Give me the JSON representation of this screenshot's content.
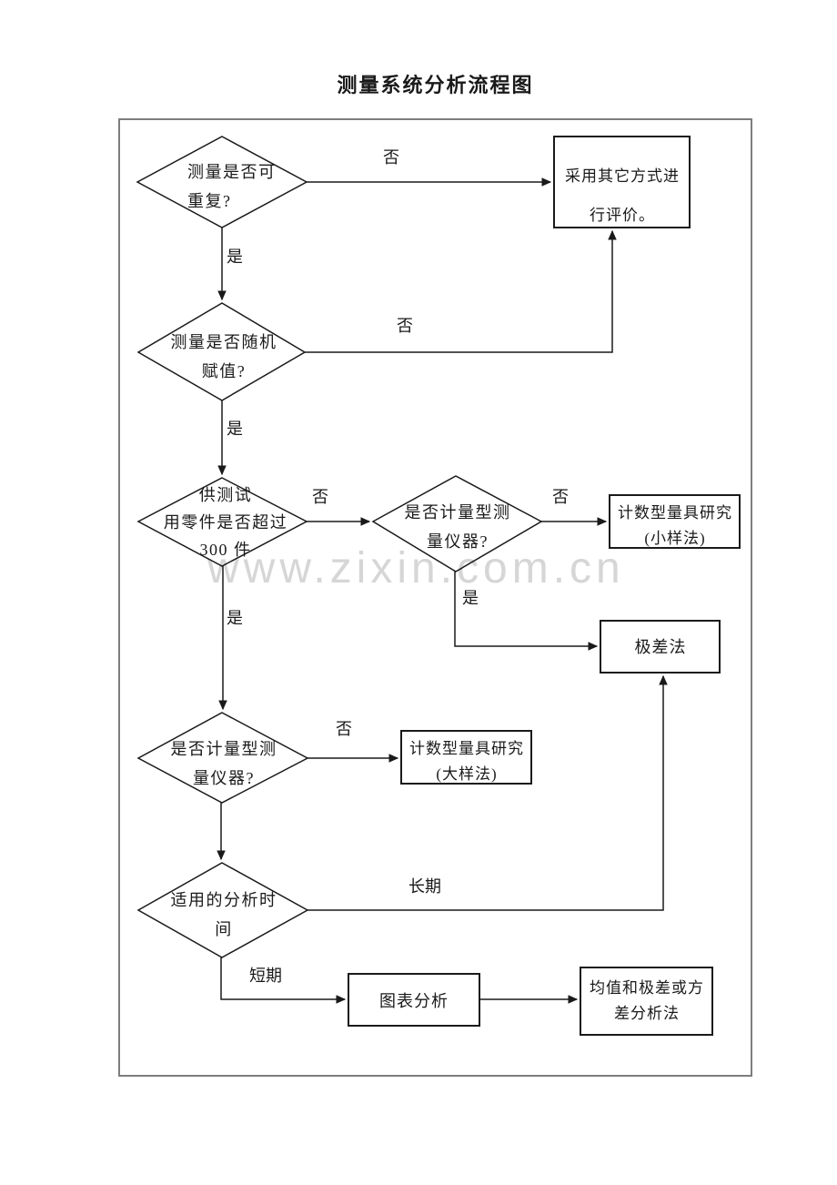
{
  "title": "测量系统分析流程图",
  "watermark": "www.zixin.com.cn",
  "labels": {
    "yes": "是",
    "no": "否",
    "long_term": "长期",
    "short_term": "短期"
  },
  "nodes": {
    "decision_repeatable": "测量是否可\n重复?",
    "box_other_evaluation": "采用其它方式进\n行评价。",
    "decision_random_assign": "测量是否随机\n赋值?",
    "decision_parts_over_300": "供测试\n用零件是否超过\n300 件",
    "decision_variable_gauge_top": "是否计量型测\n量仪器?",
    "box_attribute_study_small": "计数型量具研究\n(小样法)",
    "box_range_method": "极差法",
    "decision_variable_gauge_bottom": "是否计量型测\n量仪器?",
    "box_attribute_study_large": "计数型量具研究\n(大样法)",
    "decision_analysis_period": "适用的分析时\n间",
    "box_chart_analysis": "图表分析",
    "box_mean_range_anova": "均值和极差或方\n差分析法"
  },
  "colors": {
    "line": "#1a1a1a",
    "frame": "#7d7d7d",
    "watermark": "#d6d6d6"
  }
}
